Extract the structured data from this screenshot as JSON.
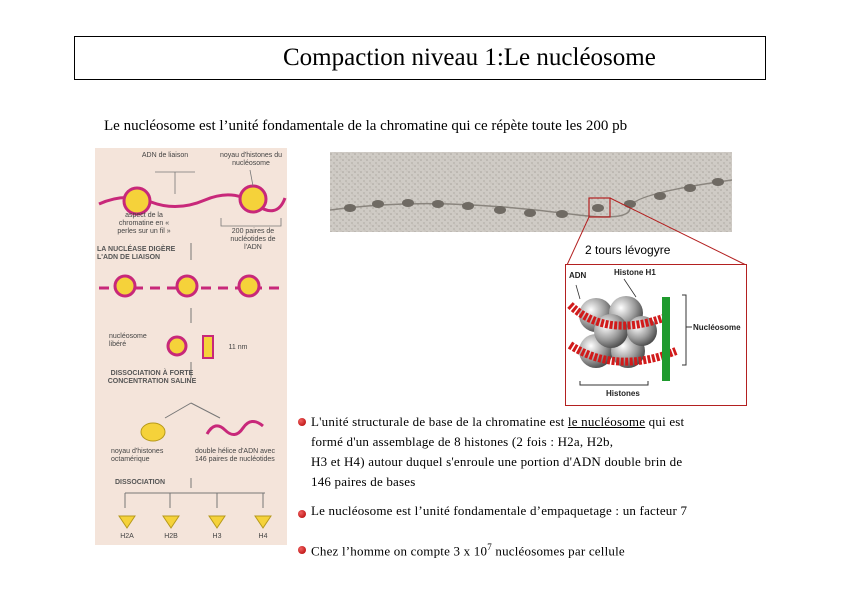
{
  "title": "Compaction niveau 1:Le nucléosome",
  "subtitle": "Le nucléosome est l’unité fondamentale de la chromatine qui ce répète toute les 200 pb",
  "left_figure": {
    "labels": {
      "adn_liaison": "ADN de liaison",
      "noyau_histones": "noyau d'histones du nucléosome",
      "aspect": "aspect de la chromatine en « perles sur un fil »",
      "paires": "200 paires de nucléotides de l'ADN",
      "nuclease": "LA NUCLÉASE DIGÈRE L'ADN DE LIAISON",
      "nucleosome_libere": "nucléosome libéré",
      "nm": "11 nm",
      "dissociation_saline": "DISSOCIATION À FORTE CONCENTRATION SALINE",
      "noyau_octamerique": "noyau d'histones octamérique",
      "double_helice": "double hélice d'ADN avec 146 paires de nucléotides",
      "dissociation": "DISSOCIATION",
      "h2a": "H2A",
      "h2b": "H2B",
      "h3": "H3",
      "h4": "H4"
    }
  },
  "callout": {
    "label": "2 tours lévogyre",
    "adn": "ADN",
    "histone_h1": "Histone H1",
    "nucleosome": "Nucléosome",
    "histones": "Histones"
  },
  "bullets": {
    "b1_pre": "L'unité structurale de base de la chromatine est ",
    "b1_ul": "le nucléosome",
    "b1_line1_post": " qui est",
    "b1_line2": "formé d'un assemblage de 8 histones (2 fois : H2a, H2b,",
    "b1_line3": "H3 et H4) autour duquel s'enroule une portion d'ADN double brin de",
    "b1_line4": "146 paires de bases",
    "b2": "Le nucléosome est l’unité fondamentale d’empaquetage : un facteur 7",
    "b3_pre": "Chez l’homme on compte 3 x 10",
    "b3_sup": "7",
    "b3_post": " nucléosomes par cellule"
  },
  "colors": {
    "dna": "#c8287a",
    "histone": "#f5d23a",
    "callout_line": "#b32020",
    "bullet": "#cc1010"
  }
}
